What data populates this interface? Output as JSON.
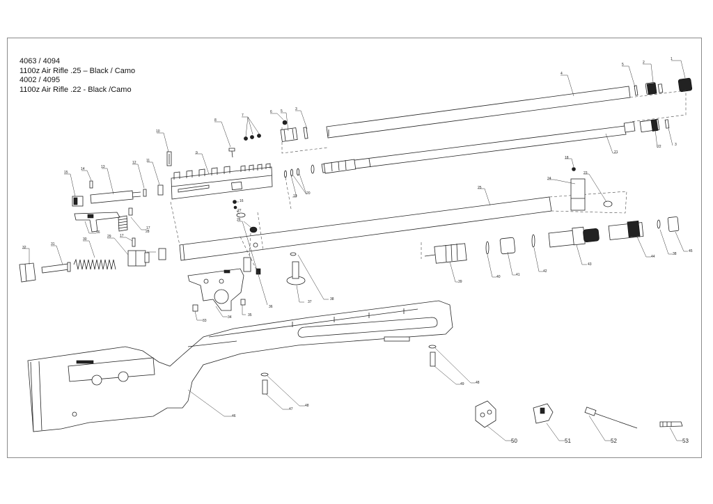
{
  "title_lines": [
    "4063 / 4094",
    "1100z Air Rifle .25 – Black / Camo",
    "4002 / 4095",
    "1100z Air Rifle .22 - Black /Camo"
  ],
  "part_numbers": [
    "1",
    "2",
    "3",
    "4",
    "5",
    "6",
    "7",
    "8",
    "9",
    "10",
    "11",
    "12",
    "13",
    "14",
    "15",
    "16",
    "17",
    "18",
    "19",
    "20",
    "21",
    "22",
    "23",
    "24",
    "25",
    "26",
    "27",
    "28",
    "29",
    "30",
    "31",
    "32",
    "33",
    "34",
    "35",
    "36",
    "37",
    "38",
    "39",
    "40",
    "41",
    "42",
    "43",
    "44",
    "45",
    "46",
    "47",
    "48",
    "49",
    "50",
    "51",
    "52",
    "53"
  ]
}
